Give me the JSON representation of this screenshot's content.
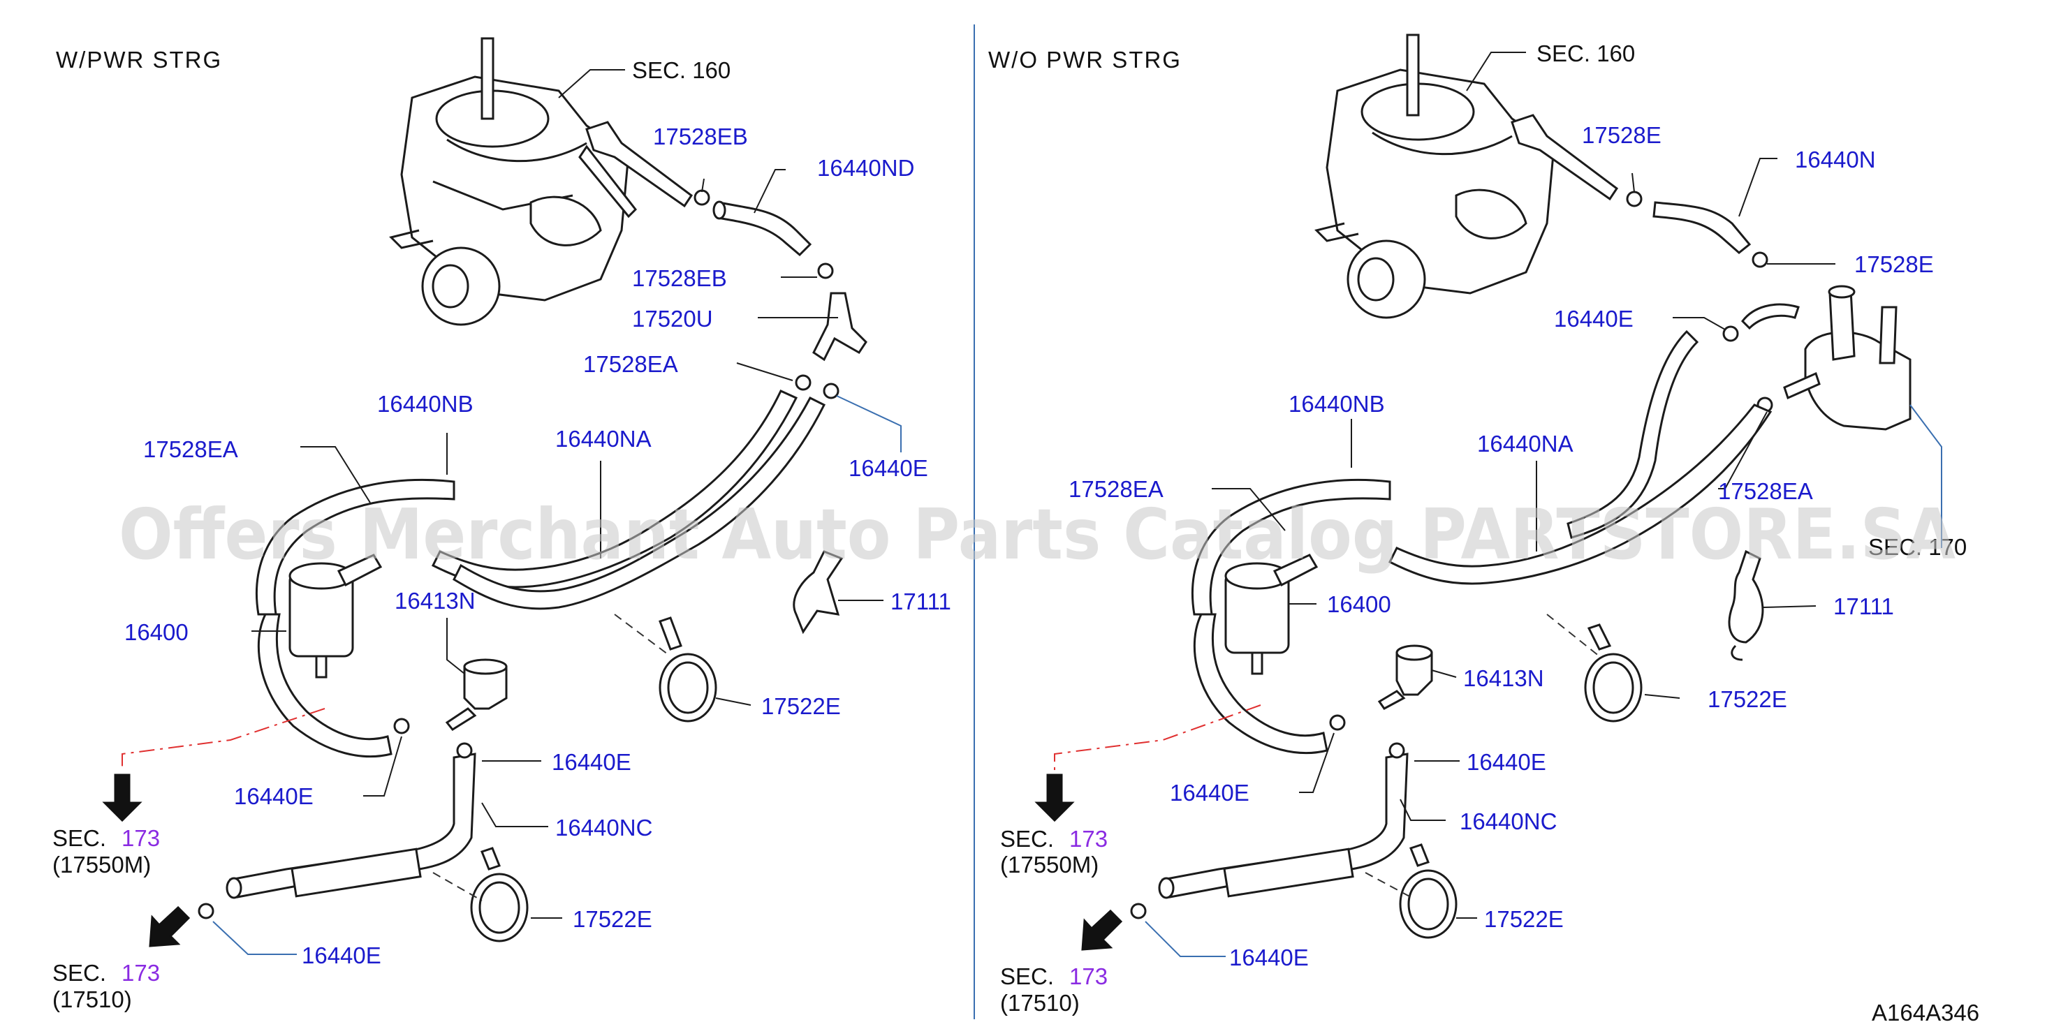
{
  "left": {
    "title": "W/PWR   STRG",
    "sec160": "SEC.   160",
    "parts": [
      "17528EB",
      "16440ND",
      "17528EB",
      "17520U",
      "17528EA",
      "16440E",
      "16440NB",
      "17528EA",
      "16440NA",
      "16400",
      "16413N",
      "17111",
      "17522E",
      "16440E",
      "16440E",
      "16440NC",
      "17522E",
      "16440E"
    ],
    "sec_fuel": {
      "sec": "SEC.",
      "num": "173",
      "code": "(17550M)"
    },
    "sec_return": {
      "sec": "SEC.",
      "num": "173",
      "code": "(17510)"
    }
  },
  "right": {
    "title": "W/O   PWR   STRG",
    "sec160": "SEC.   160",
    "parts": [
      "17528E",
      "16440N",
      "17528E",
      "16440E",
      "16440NB",
      "16440NA",
      "17528EA",
      "17528EA",
      "16400",
      "17111",
      "16413N",
      "17522E",
      "16440E",
      "16440E",
      "16440NC",
      "17522E",
      "16440E"
    ],
    "sec170": "SEC.   170",
    "sec_fuel": {
      "sec": "SEC.",
      "num": "173",
      "code": "(17550M)"
    },
    "sec_return": {
      "sec": "SEC.",
      "num": "173",
      "code": "(17510)"
    }
  },
  "diagram_code": "A164A346",
  "watermark": "Offers Merchant Auto Parts Catalog PARTSTORE.SA",
  "colors": {
    "part_label": "#1a1acc",
    "section_number": "#8a2be2",
    "divider": "#3a6fb0",
    "fuel_line": "#e03030"
  }
}
